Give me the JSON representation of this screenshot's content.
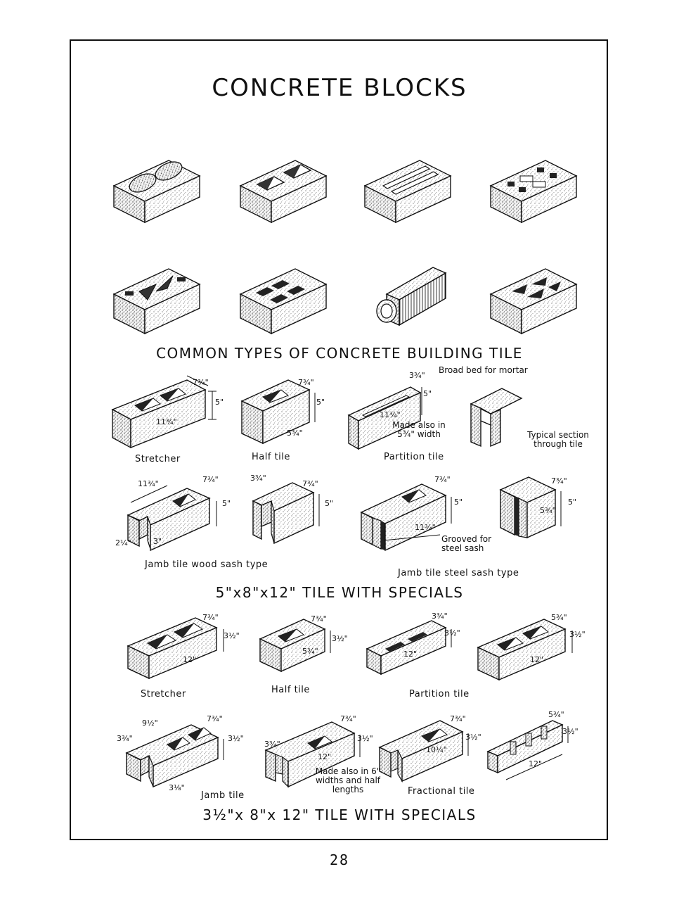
{
  "page": {
    "title": "CONCRETE BLOCKS",
    "page_number": "28"
  },
  "common_types": {
    "heading": "COMMON TYPES OF CONCRETE BUILDING TILE"
  },
  "set_5x8x12": {
    "heading": "5\"x8\"x12\" TILE WITH SPECIALS",
    "labels": {
      "stretcher": "Stretcher",
      "half_tile": "Half tile",
      "partition_tile": "Partition tile",
      "typical_section": "Typical section through tile",
      "jamb_wood": "Jamb tile wood sash type",
      "jamb_steel": "Jamb tile steel sash type"
    },
    "notes": {
      "broad_bed": "Broad bed for mortar",
      "made_also": "Made also in 5¾\" width",
      "grooved": "Grooved for steel sash"
    },
    "dims": {
      "d_7_3_4": "7¾\"",
      "d_5": "5\"",
      "d_11_3_4": "11¾\"",
      "d_5_3_4": "5¾\"",
      "d_3_3_4": "3¾\"",
      "d_3": "3\"",
      "d_2_1_4": "2¼\""
    }
  },
  "set_3x8x12": {
    "heading": "3½\"x 8\"x 12\" TILE WITH SPECIALS",
    "labels": {
      "stretcher": "Stretcher",
      "half_tile": "Half tile",
      "partition_tile": "Partition tile",
      "jamb_tile": "Jamb tile",
      "fractional_tile": "Fractional tile"
    },
    "notes": {
      "made_also": "Made also in 6\" widths and half lengths"
    },
    "dims": {
      "d_7_3_4": "7¾\"",
      "d_3_1_2": "3½\"",
      "d_12": "12\"",
      "d_5_3_4": "5¾\"",
      "d_3_3_4": "3¾\"",
      "d_9_1_2": "9½\"",
      "d_10_1_4": "10¼\"",
      "d_3_1_8": "3⅛\""
    }
  },
  "colors": {
    "ink": "#111111",
    "paper": "#ffffff",
    "stipple": "#777777"
  }
}
